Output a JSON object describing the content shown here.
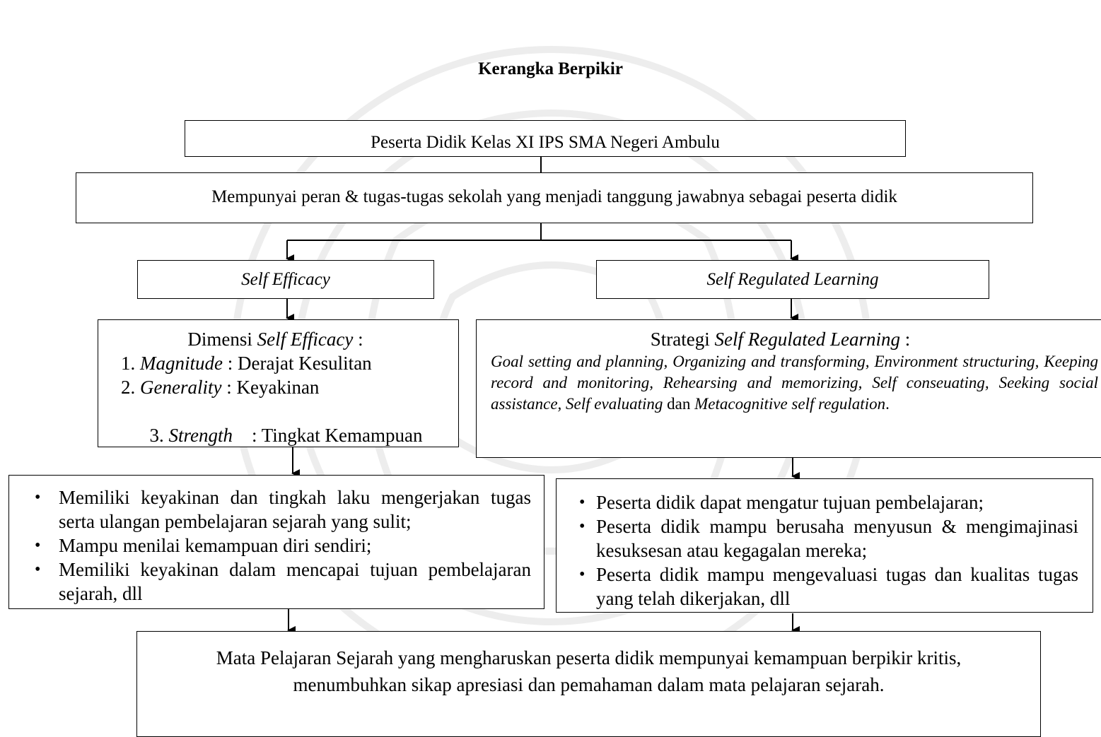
{
  "title": "Kerangka Berpikir",
  "nodes": {
    "top": "Peserta Didik Kelas XI IPS SMA Negeri Ambulu",
    "role": "Mempunyai peran & tugas-tugas sekolah yang menjadi tanggung jawabnya sebagai peserta didik",
    "self_efficacy": "Self Efficacy",
    "srl": "Self Regulated Learning",
    "dimensi": {
      "heading_prefix": "Dimensi ",
      "heading_italic": "Self Efficacy",
      "heading_suffix": " :",
      "items": [
        {
          "num": "1.",
          "term": "Magnitude",
          "sep": " : ",
          "desc": "Derajat Kesulitan"
        },
        {
          "num": "2.",
          "term": "Generality",
          "sep": " : ",
          "desc": "Keyakinan"
        },
        {
          "num": "3.",
          "term": "Strength",
          "sep": "    : ",
          "desc": "Tingkat Kemampuan"
        }
      ]
    },
    "strategi": {
      "heading_prefix": "Strategi ",
      "heading_italic": "Self Regulated Learning",
      "heading_suffix": " :",
      "body_italic": "Goal setting and planning, Organizing and transforming, Environment structuring, Keeping record and monitoring, Rehearsing and memorizing, Self conseuating, Seeking social assistance, Self evaluating",
      "body_dan": "dan ",
      "body_italic_end": "Metacognitive self regulation",
      "body_end": "."
    },
    "left_outcomes": [
      "Memiliki keyakinan dan tingkah laku mengerjakan tugas serta ulangan pembelajaran sejarah yang sulit;",
      "Mampu menilai kemampuan diri sendiri;",
      "Memiliki keyakinan dalam mencapai tujuan pembelajaran sejarah, dll"
    ],
    "right_outcomes": [
      "Peserta didik dapat mengatur tujuan pembelajaran;",
      "Peserta didik mampu berusaha menyusun & mengimajinasi kesuksesan atau kegagalan mereka;",
      "Peserta didik mampu mengevaluasi tugas dan kualitas tugas yang telah dikerjakan, dll"
    ],
    "bottom": "Mata Pelajaran Sejarah yang mengharuskan peserta didik mempunyai kemampuan berpikir kritis, menumbuhkan sikap apresiasi dan pemahaman dalam mata pelajaran sejarah."
  }
}
